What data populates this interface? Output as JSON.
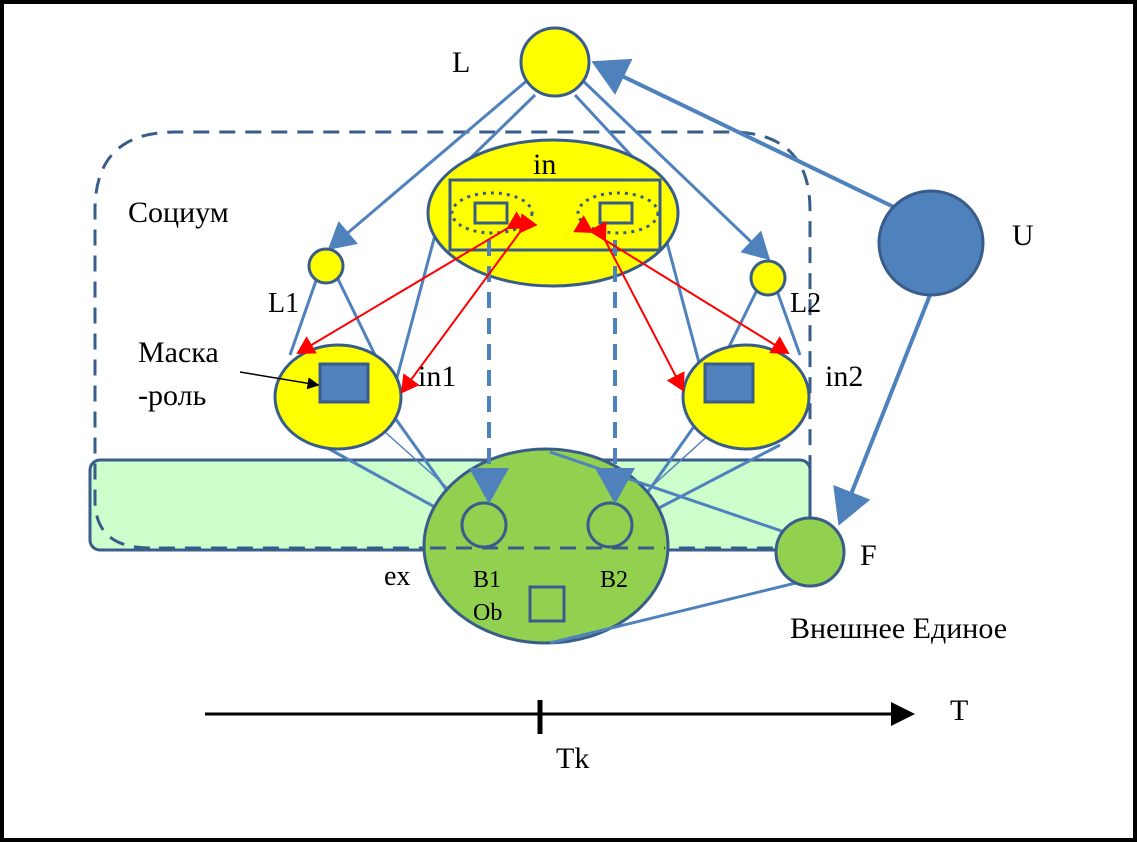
{
  "colors": {
    "line_blue": "#4f81bd",
    "dark_blue": "#385d8a",
    "dashed_blue": "#385d8a",
    "yellow": "#ffff00",
    "green": "#92d050",
    "light_green": "#ccffcc",
    "blue_fill": "#4f81bd",
    "red": "#ff0000"
  },
  "labels": {
    "L": "L",
    "in": "in",
    "socium": "Социум",
    "U": "U",
    "L1": "L1",
    "L2": "L2",
    "mask_line1": "Маска",
    "mask_line2": "-роль",
    "in1": "in1",
    "in2": "in2",
    "ex": "ex",
    "B1": "B1",
    "B2": "B2",
    "Ob": "Ob",
    "F": "F",
    "external_unity": "Внешнее Единое",
    "T": "T",
    "Tk": "Tk"
  }
}
